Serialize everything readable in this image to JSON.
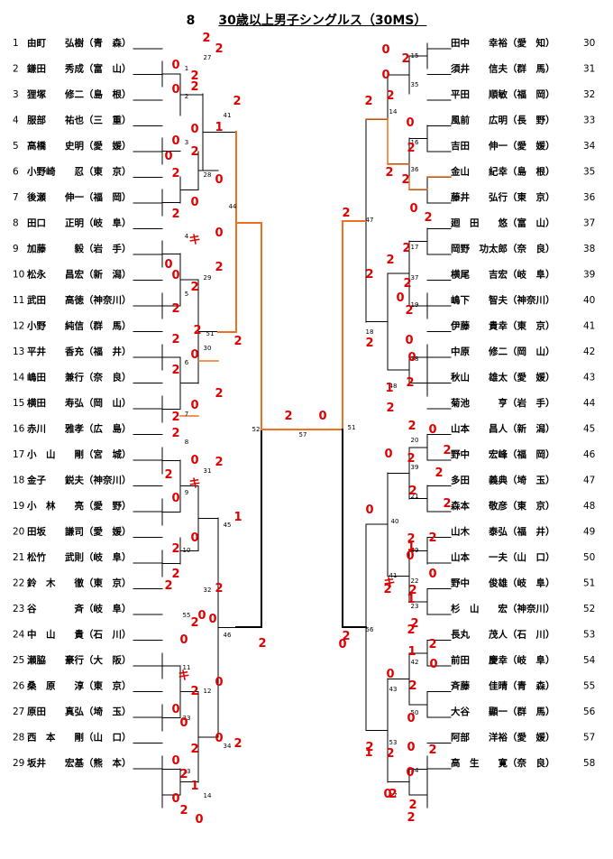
{
  "title": {
    "number": "8",
    "text": "30歳以上男子シングルス（30MS）"
  },
  "colors": {
    "line": "#000000",
    "winner_path": "#f07020",
    "score": "#e00000"
  },
  "left_players": [
    {
      "no": "1",
      "name": "由町　　弘樹（青　森）"
    },
    {
      "no": "2",
      "name": "鎌田　　秀成（富　山）"
    },
    {
      "no": "3",
      "name": "狸塚　　修二（島　根）"
    },
    {
      "no": "4",
      "name": "服部　　祐也（三　重）"
    },
    {
      "no": "5",
      "name": "高橋　　史明（愛　媛）"
    },
    {
      "no": "6",
      "name": "小野崎　　忍（東　京）"
    },
    {
      "no": "7",
      "name": "後瀬　　伸一（福　岡）"
    },
    {
      "no": "8",
      "name": "田口　　正明（岐　阜）"
    },
    {
      "no": "9",
      "name": "加藤　　　毅（岩　手）"
    },
    {
      "no": "10",
      "name": "松永　　昌宏（新　潟）"
    },
    {
      "no": "11",
      "name": "武田　　高徳（神奈川）"
    },
    {
      "no": "12",
      "name": "小野　　純信（群　馬）"
    },
    {
      "no": "13",
      "name": "平井　　香充（福　井）"
    },
    {
      "no": "14",
      "name": "嶋田　　兼行（奈　良）"
    },
    {
      "no": "15",
      "name": "横田　　寿弘（岡　山）"
    },
    {
      "no": "16",
      "name": "赤川　　雅孝（広　島）"
    },
    {
      "no": "17",
      "name": "小　山　　剛（宮　城）"
    },
    {
      "no": "18",
      "name": "金子　　鋭夫（神奈川）"
    },
    {
      "no": "19",
      "name": "小　林　　亮（愛　野）"
    },
    {
      "no": "20",
      "name": "田坂　　謙司（愛　媛）"
    },
    {
      "no": "21",
      "name": "松竹　　武則（岐　阜）"
    },
    {
      "no": "22",
      "name": "鈴　木　　徹（東　京）"
    },
    {
      "no": "23",
      "name": "谷　　　　斉（岐　阜）"
    },
    {
      "no": "24",
      "name": "中　山　　貴（石　川）"
    },
    {
      "no": "25",
      "name": "瀬脇　　豪行（大　阪）"
    },
    {
      "no": "26",
      "name": "桑　原　　淳（東　京）"
    },
    {
      "no": "27",
      "name": "原田　　真弘（埼　玉）"
    },
    {
      "no": "28",
      "name": "西　本　　剛（山　口）"
    },
    {
      "no": "29",
      "name": "坂井　　宏基（熊　本）"
    }
  ],
  "right_players": [
    {
      "no": "30",
      "name": "田中　　幸裕（愛　知）"
    },
    {
      "no": "31",
      "name": "須井　　信夫（群　馬）"
    },
    {
      "no": "32",
      "name": "平田　　順敏（福　岡）"
    },
    {
      "no": "33",
      "name": "風前　　広明（長　野）"
    },
    {
      "no": "34",
      "name": "吉田　　伸一（愛　媛）"
    },
    {
      "no": "35",
      "name": "金山　　紀幸（島　根）"
    },
    {
      "no": "36",
      "name": "藤井　　弘行（東　京）"
    },
    {
      "no": "37",
      "name": "廻　田　　悠（富　山）"
    },
    {
      "no": "38",
      "name": "岡野　功太郎（奈　良）"
    },
    {
      "no": "39",
      "name": "横尾　　吉宏（岐　阜）"
    },
    {
      "no": "40",
      "name": "嶋下　　智夫（神奈川）"
    },
    {
      "no": "41",
      "name": "伊藤　　貴幸（東　京）"
    },
    {
      "no": "42",
      "name": "中原　　修二（岡　山）"
    },
    {
      "no": "43",
      "name": "秋山　　雄太（愛　媛）"
    },
    {
      "no": "44",
      "name": "菊池　　　亨（岩　手）"
    },
    {
      "no": "45",
      "name": "山本　　昌人（新　潟）"
    },
    {
      "no": "46",
      "name": "野中　　宏峰（福　岡）"
    },
    {
      "no": "47",
      "name": "多田　　義典（埼　玉）"
    },
    {
      "no": "48",
      "name": "森本　　敬彦（東　京）"
    },
    {
      "no": "49",
      "name": "山木　　泰弘（福　井）"
    },
    {
      "no": "50",
      "name": "山本　　一夫（山　口）"
    },
    {
      "no": "51",
      "name": "野中　　俊雄（岐　阜）"
    },
    {
      "no": "52",
      "name": "杉　山　　宏（神奈川）"
    },
    {
      "no": "53",
      "name": "長丸　　茂人（石　川）"
    },
    {
      "no": "54",
      "name": "前田　　慶幸（岐　阜）"
    },
    {
      "no": "55",
      "name": "斉藤　　佳晴（青　森）"
    },
    {
      "no": "56",
      "name": "大谷　　顯一（群　馬）"
    },
    {
      "no": "57",
      "name": "阿部　　洋裕（愛　媛）"
    },
    {
      "no": "58",
      "name": "高　生　　寛（奈　良）"
    }
  ],
  "match_numbers": {
    "left": [
      "1",
      "27",
      "2",
      "3",
      "28",
      "41",
      "4",
      "29",
      "5",
      "6",
      "30",
      "7",
      "44",
      "51",
      "8",
      "31",
      "9",
      "10",
      "32",
      "45",
      "11",
      "12",
      "33",
      "13",
      "14",
      "34",
      "46",
      "52",
      "55"
    ],
    "right": [
      "15",
      "35",
      "14",
      "16",
      "36",
      "47",
      "17",
      "37",
      "18",
      "19",
      "38",
      "48",
      "20",
      "39",
      "21",
      "40",
      "49",
      "22",
      "41",
      "23",
      "42",
      "43",
      "50",
      "53",
      "54",
      "56",
      "57"
    ],
    "final": "57",
    "semifinal_right": "51"
  },
  "scores": [
    "2",
    "2",
    "0",
    "2",
    "0",
    "2",
    "2",
    "1",
    "0",
    "0",
    "2",
    "0",
    "2",
    "0",
    "0",
    "2",
    "0",
    "キ",
    "0",
    "2",
    "0",
    "2",
    "2",
    "2",
    "2",
    "0",
    "2",
    "2",
    "2",
    "0",
    "2",
    "2",
    "2",
    "0",
    "2",
    "0",
    "キ",
    "2",
    "0",
    "2",
    "1",
    "2",
    "2",
    "0",
    "0",
    "2",
    "キ",
    "0",
    "2",
    "0",
    "0",
    "0",
    "2",
    "2",
    "0",
    "2",
    "1",
    "0",
    "2",
    "0",
    "2",
    "0",
    "2",
    "0",
    "2",
    "2",
    "2",
    "1",
    "0",
    "2",
    "0",
    "2",
    "0",
    "2",
    "2",
    "2",
    "2",
    "0",
    "2",
    "2",
    "2",
    "2",
    "2",
    "0",
    "2",
    "0",
    "1",
    "0",
    "2",
    "2",
    "2",
    "0",
    "2",
    "2",
    "2",
    "2",
    "1",
    "キ",
    "1",
    "2",
    "2",
    "1",
    "0",
    "2",
    "0",
    "2",
    "0",
    "0",
    "2",
    "2",
    "2",
    "0",
    "0",
    "2",
    "0",
    "2",
    "2",
    "0",
    "0",
    "2",
    "2",
    "0",
    "2",
    "2",
    "0",
    "2",
    "0",
    "2",
    "2",
    "2",
    "2",
    "2",
    "0",
    "0",
    "2",
    "0",
    "2"
  ]
}
